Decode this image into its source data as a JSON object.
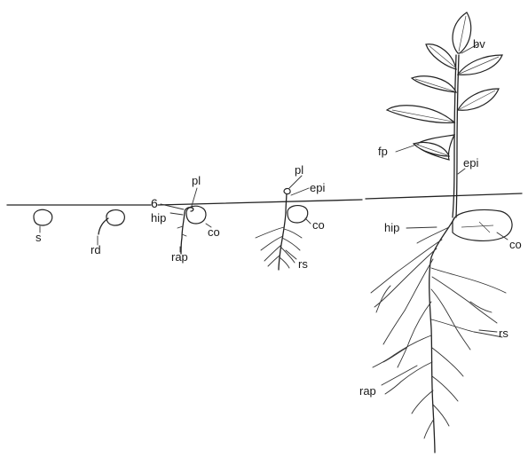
{
  "labels": {
    "s": "s",
    "rd": "rd",
    "stage_number": "6",
    "pl_1": "pl",
    "hip_1": "hip",
    "co_1": "co",
    "rap_1": "rap",
    "pl_2": "pl",
    "epi_2": "epi",
    "co_2": "co",
    "rs_2": "rs",
    "bv": "bv",
    "fp": "fp",
    "epi_3": "epi",
    "hip_3": "hip",
    "co_3": "co",
    "rs_3": "rs",
    "rap_3": "rap"
  }
}
